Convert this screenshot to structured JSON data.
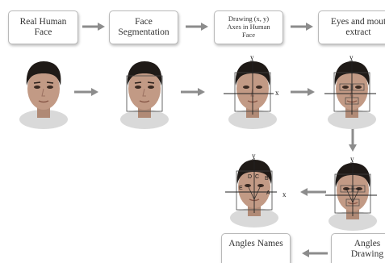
{
  "steps": {
    "real_face": "Real Human\nFace",
    "segmentation": "Face\nSegmentation",
    "drawing_axes": "Drawing (x, y)\nAxes in Human\nFace",
    "eyes_mouth": "Eyes and mout\nextract",
    "angles_names": "Angles Names",
    "angles_drawing": "Angles\nDrawing"
  },
  "axis_labels": {
    "x": "x",
    "y": "y"
  },
  "angle_labels": [
    "D",
    "C",
    "B",
    "E",
    "A"
  ],
  "colors": {
    "arrow": "#8c8c8c",
    "box_border": "#b9b9b9",
    "box_text": "#333333"
  }
}
